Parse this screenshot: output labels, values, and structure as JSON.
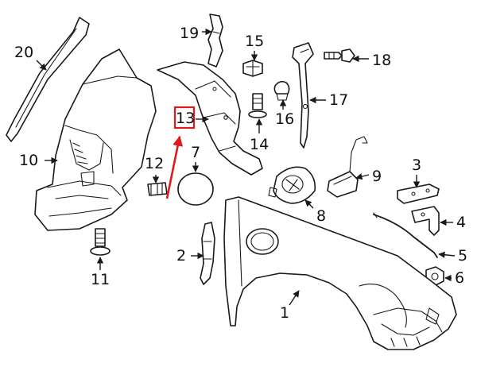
{
  "diagram": {
    "labels": {
      "p1": "1",
      "p2": "2",
      "p3": "3",
      "p4": "4",
      "p5": "5",
      "p6": "6",
      "p7": "7",
      "p8": "8",
      "p9": "9",
      "p10": "10",
      "p11": "11",
      "p12": "12",
      "p13": "13",
      "p14": "14",
      "p15": "15",
      "p16": "16",
      "p17": "17",
      "p18": "18",
      "p19": "19",
      "p20": "20"
    },
    "highlight": {
      "label": "13",
      "color": "#e0191b"
    }
  }
}
